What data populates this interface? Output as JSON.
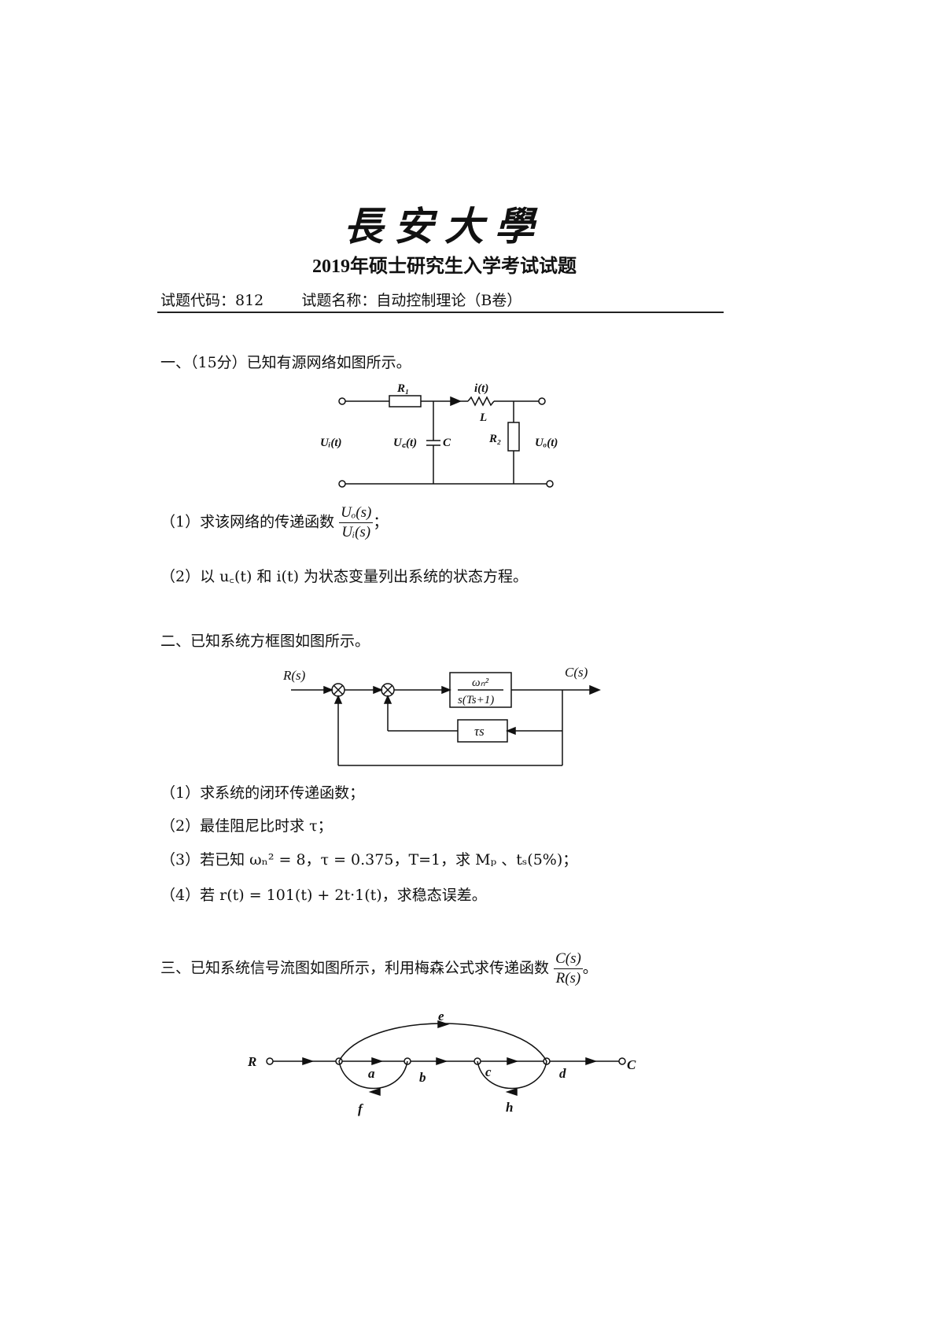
{
  "header": {
    "university_logo": "長安大學",
    "exam_title": "2019年硕士研究生入学考试试题",
    "code_label": "试题代码：812",
    "name_label": "试题名称：自动控制理论（B卷）"
  },
  "q1": {
    "title": "一、（15分）已知有源网络如图所示。",
    "circuit": {
      "R1": "R₁",
      "it": "i(t)",
      "L": "L",
      "Ui": "Uᵢ(t)",
      "Uc": "U꜀(t)",
      "C": "C",
      "R2": "R₂",
      "Uo": "Uₒ(t)"
    },
    "sub1_prefix": "（1）求该网络的传递函数",
    "sub1_num": "Uₒ(s)",
    "sub1_den": "Uᵢ(s)",
    "sub1_suffix": "；",
    "sub2": "（2）以 u꜀(t) 和 i(t) 为状态变量列出系统的状态方程。"
  },
  "q2": {
    "title": "二、已知系统方框图如图所示。",
    "diagram": {
      "R": "R(s)",
      "C": "C(s)",
      "g_num": "ωₙ²",
      "g_den": "s(Ts+1)",
      "h": "τs"
    },
    "sub1": "（1）求系统的闭环传递函数；",
    "sub2": "（2）最佳阻尼比时求 τ；",
    "sub3": "（3）若已知 ωₙ² = 8，τ = 0.375，T=1，求 Mₚ 、tₛ(5%)；",
    "sub4": "（4）若 r(t) = 101(t) + 2t·1(t)，求稳态误差。"
  },
  "q3": {
    "title_prefix": "三、已知系统信号流图如图所示，利用梅森公式求传递函数",
    "num": "C(s)",
    "den": "R(s)",
    "suffix": "。",
    "graph": {
      "R": "R",
      "C": "C",
      "a": "a",
      "b": "b",
      "c": "c",
      "d": "d",
      "e": "e",
      "f": "f",
      "h": "h"
    }
  }
}
